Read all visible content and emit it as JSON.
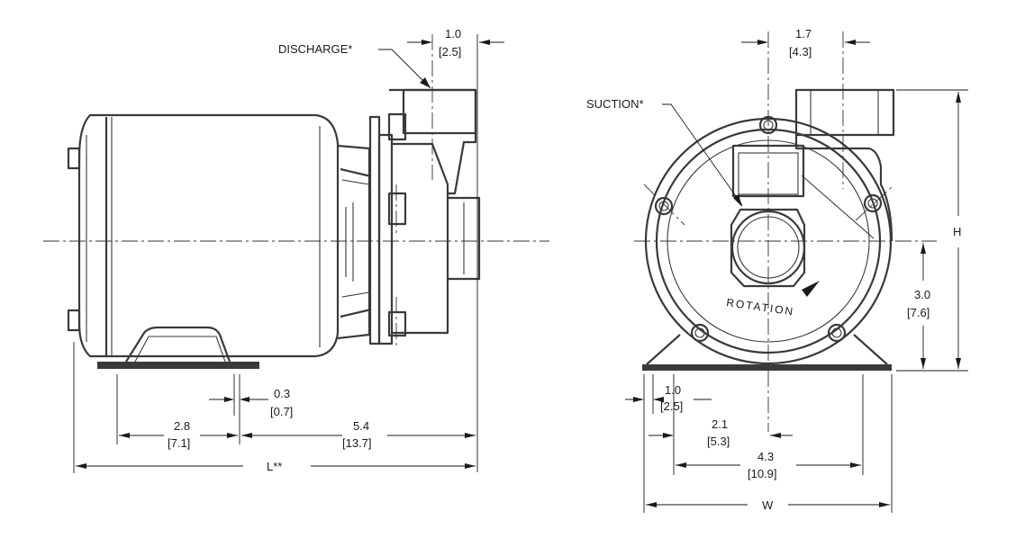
{
  "side_view": {
    "discharge_label": "DISCHARGE*",
    "discharge_offset": {
      "in": "1.0",
      "cm": "[2.5]"
    },
    "foot_slot": {
      "in": "0.3",
      "cm": "[0.7]"
    },
    "foot_span": {
      "in": "2.8",
      "cm": "[7.1]"
    },
    "foot_to_inlet": {
      "in": "5.4",
      "cm": "[13.7]"
    },
    "length_label": "L**"
  },
  "front_view": {
    "suction_label": "SUCTION*",
    "rotation_label": "ROTATION",
    "discharge_offset": {
      "in": "1.7",
      "cm": "[4.3]"
    },
    "height_label": "H",
    "center_height": {
      "in": "3.0",
      "cm": "[7.6]"
    },
    "foot_edge": {
      "in": "1.0",
      "cm": "[2.5]"
    },
    "center_to_hole": {
      "in": "2.1",
      "cm": "[5.3]"
    },
    "hole_span": {
      "in": "4.3",
      "cm": "[10.9]"
    },
    "width_label": "W"
  }
}
